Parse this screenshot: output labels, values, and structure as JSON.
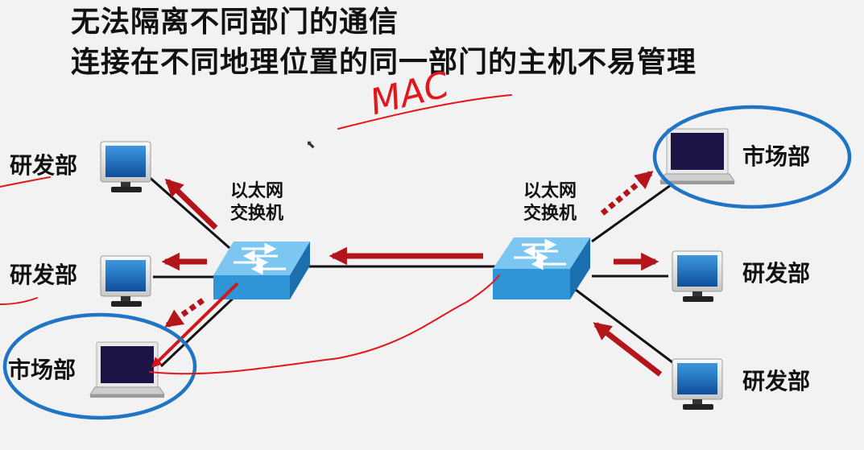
{
  "title": {
    "line1": "无法隔离不同部门的通信",
    "line2": "连接在不同地理位置的同一部门的主机不易管理"
  },
  "annotation": {
    "handwritten": "MAC"
  },
  "switches": {
    "left": {
      "line1": "以太网",
      "line2": "交换机"
    },
    "right": {
      "line1": "以太网",
      "line2": "交换机"
    }
  },
  "hosts": {
    "left_top": "研发部",
    "left_mid": "研发部",
    "left_bottom": "市场部",
    "right_top": "市场部",
    "right_mid": "研发部",
    "right_bottom": "研发部"
  },
  "colors": {
    "arrow": "#b3151b",
    "annotation": "#e3161b",
    "highlight": "#1f74c4",
    "switch": "#2f95d6",
    "monitor_screen": "#1d6fb8",
    "laptop_screen": "#1c1445"
  }
}
